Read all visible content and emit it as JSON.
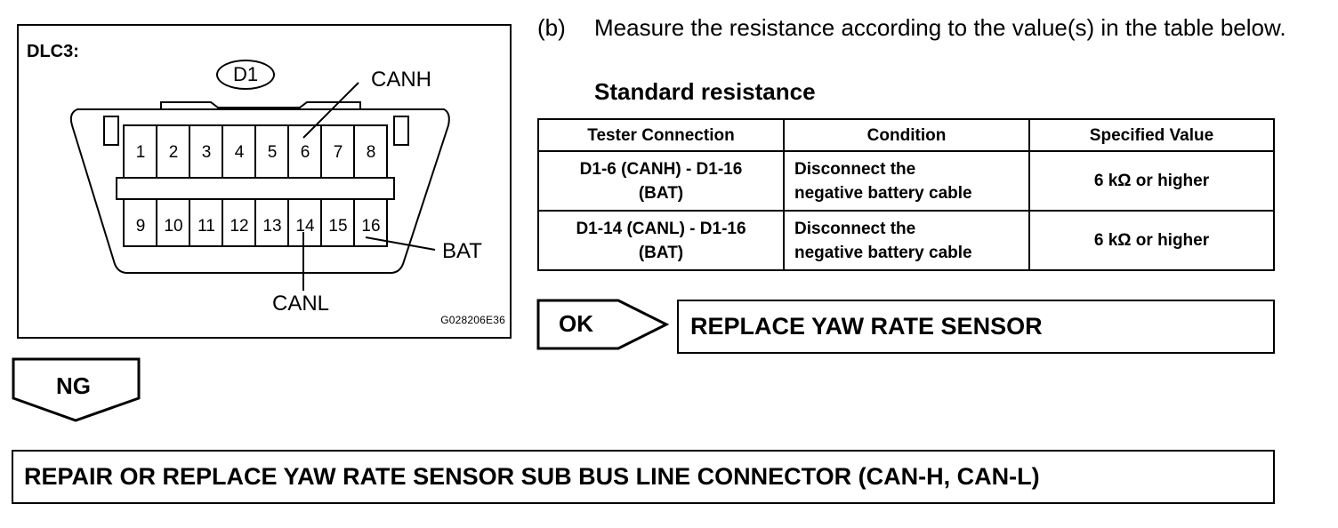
{
  "figure": {
    "title": "DLC3:",
    "connector_name": "D1",
    "pins_top": [
      "1",
      "2",
      "3",
      "4",
      "5",
      "6",
      "7",
      "8"
    ],
    "pins_bottom": [
      "9",
      "10",
      "11",
      "12",
      "13",
      "14",
      "15",
      "16"
    ],
    "label_canh": "CANH",
    "label_canl": "CANL",
    "label_bat": "BAT",
    "code": "G028206E36"
  },
  "instruction": {
    "step": "(b)",
    "text": "Measure the resistance according to the value(s) in the table below.",
    "standard_title": "Standard resistance"
  },
  "table": {
    "headers": [
      "Tester Connection",
      "Condition",
      "Specified Value"
    ],
    "rows": [
      {
        "connection_line1": "D1-6 (CANH) - D1-16",
        "connection_line2": "(BAT)",
        "condition_line1": "Disconnect the",
        "condition_line2": "negative battery cable",
        "value": "6 kΩ or higher"
      },
      {
        "connection_line1": "D1-14 (CANL) - D1-16",
        "connection_line2": "(BAT)",
        "condition_line1": "Disconnect the",
        "condition_line2": "negative battery cable",
        "value": "6 kΩ or higher"
      }
    ]
  },
  "results": {
    "ok_label": "OK",
    "ok_action": "REPLACE YAW RATE SENSOR",
    "ng_label": "NG",
    "ng_action": "REPAIR OR REPLACE YAW RATE SENSOR SUB BUS LINE CONNECTOR (CAN-H, CAN-L)"
  }
}
